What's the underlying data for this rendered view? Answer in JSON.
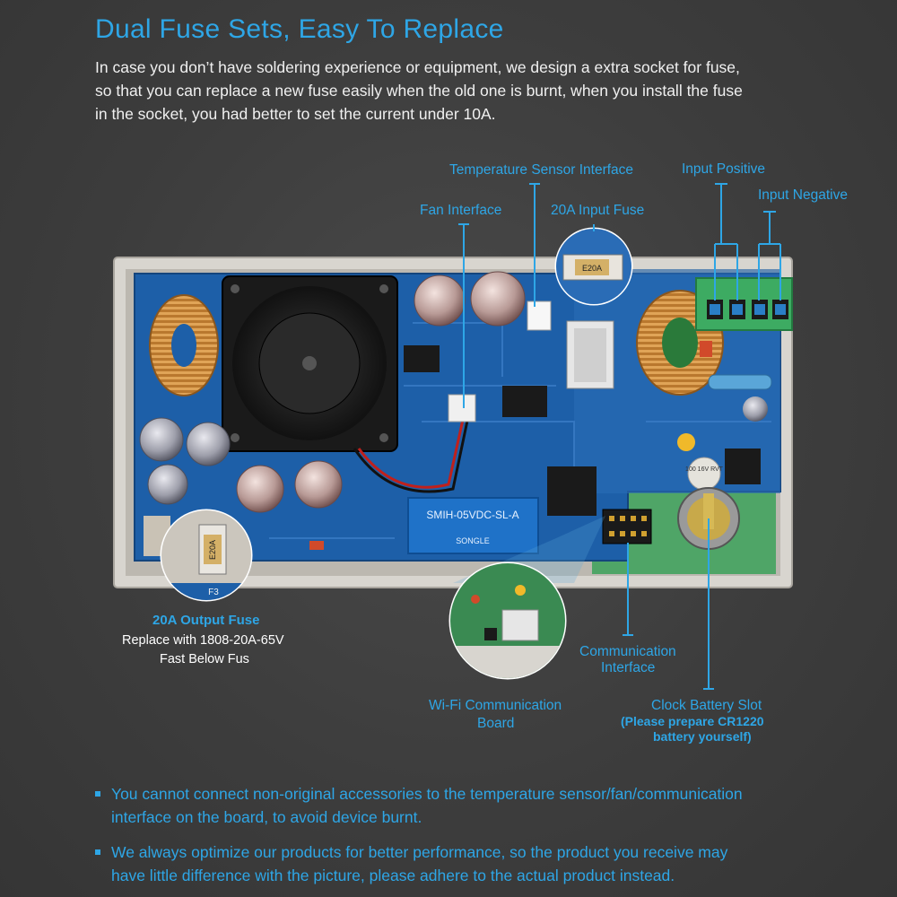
{
  "title": "Dual Fuse Sets, Easy To Replace",
  "intro_lines": [
    "In case you don’t have soldering experience or equipment, we design a extra socket for fuse,",
    "so that you can replace a new fuse easily when the old one is burnt, when you install the fuse",
    "in the socket, you had better to set the current under 10A."
  ],
  "callouts": {
    "temperature_sensor": "Temperature Sensor Interface",
    "input_positive": "Input Positive",
    "input_negative": "Input Negative",
    "fan_interface": "Fan Interface",
    "input_fuse": "20A Input Fuse",
    "output_fuse_title": "20A Output Fuse",
    "output_fuse_line1": "Replace with 1808-20A-65V",
    "output_fuse_line2": "Fast Below Fus",
    "communication_line1": "Communication",
    "communication_line2": "Interface",
    "wifi_line1": "Wi-Fi Communication",
    "wifi_line2": "Board",
    "battery_line1": "Clock Battery Slot",
    "battery_line2": "(Please prepare CR1220",
    "battery_line3": "battery yourself)"
  },
  "board_labels": {
    "relay": "SMIH-05VDC-SL-A",
    "relay_sub": "SONGLE",
    "fuse_small": "E20A",
    "fuse_large": "E20A",
    "f3": "F3",
    "cap_label": "100 16V RVT"
  },
  "bullets": [
    [
      "You cannot connect non-original accessories to the temperature sensor/fan/communication",
      "interface on the board, to avoid device burnt."
    ],
    [
      "We always optimize our products for better performance, so the product you receive may",
      "have little difference with the picture,  please adhere to the actual product instead."
    ]
  ],
  "colors": {
    "accent": "#2ea6e6",
    "pcb": "#1d5fa8",
    "background": "#3d3d3d"
  }
}
